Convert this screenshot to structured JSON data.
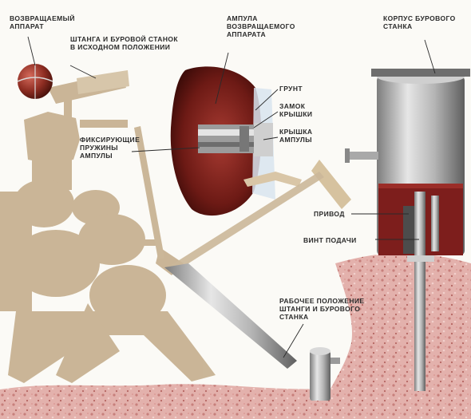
{
  "labels": {
    "returned_apparatus": "ВОЗВРАЩАЕМЫЙ\nАППАРАТ",
    "rod_initial": "ШТАНГА И БУРОВОЙ СТАНОК\nВ ИСХОДНОМ ПОЛОЖЕНИИ",
    "ampoule": "АМПУЛА\nВОЗВРАЩАЕМОГО\nАППАРАТА",
    "drill_housing": "КОРПУС БУРОВОГО\nСТАНКА",
    "soil": "ГРУНТ",
    "cover_lock": "ЗАМОК\nКРЫШКИ",
    "ampoule_cover": "КРЫШКА\nАМПУЛЫ",
    "fixing_springs": "ФИКСИРУЮЩИЕ\nПРУЖИНЫ\nАМПУЛЫ",
    "drive": "ПРИВОД",
    "feed_screw": "ВИНТ ПОДАЧИ",
    "working_position": "РАБОЧЕЕ ПОЛОЖЕНИЕ\nШТАНГИ И БУРОВОГО\nСТАНКА"
  },
  "colors": {
    "silhouette": "#c6b08f",
    "regolith": "#dca8a8",
    "ampoule_red": "#7a1f1f",
    "metal": "#b8b8b8"
  }
}
